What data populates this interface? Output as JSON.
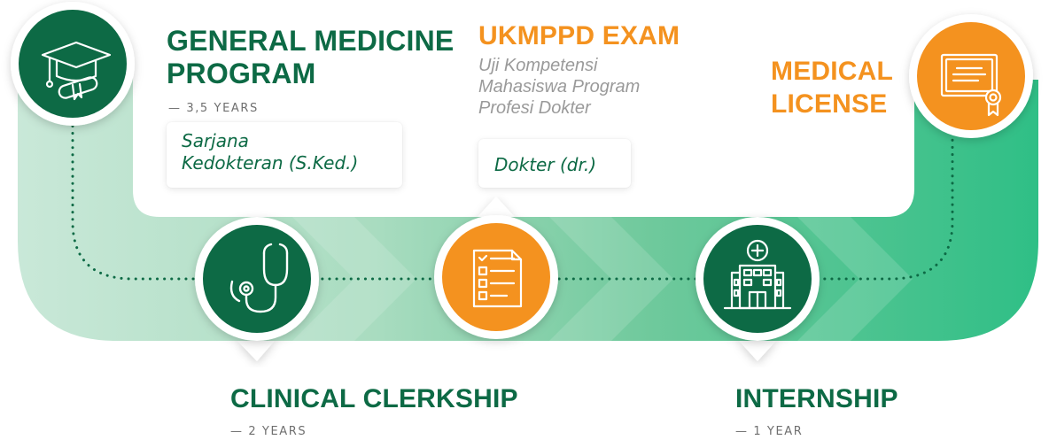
{
  "colors": {
    "dark_green": "#0d6a45",
    "orange": "#f4921f",
    "light_green": "#c9e8d8",
    "mid_green": "#7ecfa6",
    "bright_green": "#2fbf86"
  },
  "steps": {
    "general_medicine": {
      "title_line1": "GENERAL MEDICINE",
      "title_line2": "PROGRAM",
      "duration": "— 3,5 YEARS",
      "degree_line1": "Sarjana",
      "degree_line2": "Kedokteran (S.Ked.)",
      "icon": "graduation-cap-icon"
    },
    "clinical_clerkship": {
      "title": "CLINICAL CLERKSHIP",
      "duration": "— 2 YEARS",
      "icon": "stethoscope-icon"
    },
    "ukmppd_exam": {
      "title": "UKMPPD EXAM",
      "desc_line1": "Uji Kompetensi",
      "desc_line2": "Mahasiswa Program",
      "desc_line3": "Profesi Dokter",
      "degree": "Dokter (dr.)",
      "icon": "checklist-icon"
    },
    "internship": {
      "title": "INTERNSHIP",
      "duration": "— 1 YEAR",
      "icon": "hospital-icon"
    },
    "medical_license": {
      "title_line1": "MEDICAL",
      "title_line2": "LICENSE",
      "icon": "certificate-icon"
    }
  }
}
